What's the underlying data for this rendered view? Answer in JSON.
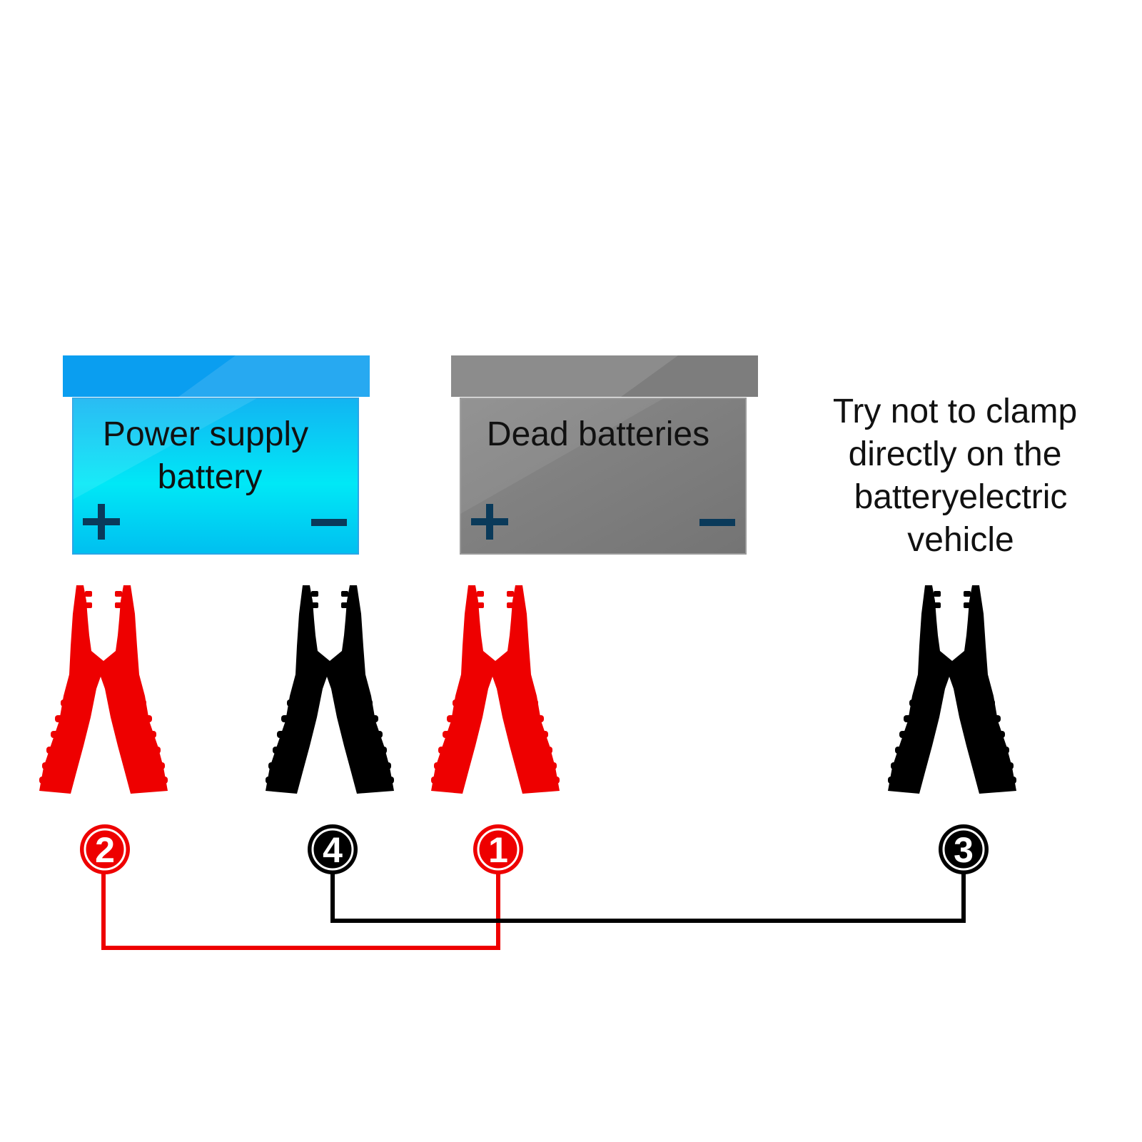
{
  "colors": {
    "supply_battery": "#00c8f0",
    "supply_battery_lid": "#0a9ef0",
    "dead_battery": "#7d7d7d",
    "dead_battery_lid": "#777777",
    "terminal_sign": "#0a3a5a",
    "red_clamp": "#ee0000",
    "black_clamp": "#000000",
    "text": "#111111"
  },
  "supply_battery": {
    "label_line1": "Power supply",
    "label_line2": "battery",
    "plus": "+",
    "minus": "−"
  },
  "dead_battery": {
    "label": "Dead batteries",
    "plus": "+",
    "minus": "−"
  },
  "note": {
    "line1": "Try not to clamp",
    "line2": "directly on the",
    "line3": "batteryelectric",
    "line4": "vehicle"
  },
  "steps": {
    "supply_positive": "2",
    "supply_negative": "4",
    "dead_positive": "1",
    "vehicle_ground": "3"
  }
}
